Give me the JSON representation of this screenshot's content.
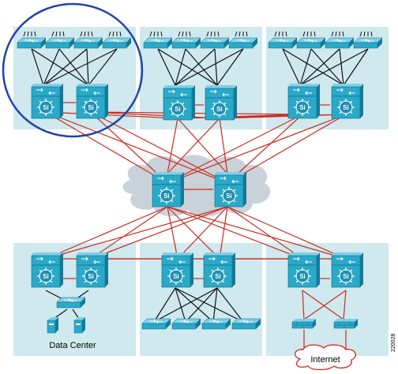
{
  "labels": {
    "data_center": "Data Center",
    "internet": "Internet",
    "figure_id": "220028"
  },
  "colors": {
    "panel": "#cfe9ee",
    "device": "#2aa9c9",
    "device_dark": "#137a99",
    "link_core": "#cc2a1f",
    "link_access": "#111111",
    "highlight_ring": "#2043a8",
    "cloud": "#c9d2d8"
  },
  "icons": {
    "multilayer_switch": "si-switch-icon",
    "access_switch": "access-switch-icon",
    "server": "server-icon",
    "firewall": "firewall-icon",
    "cloud": "cloud-icon"
  }
}
